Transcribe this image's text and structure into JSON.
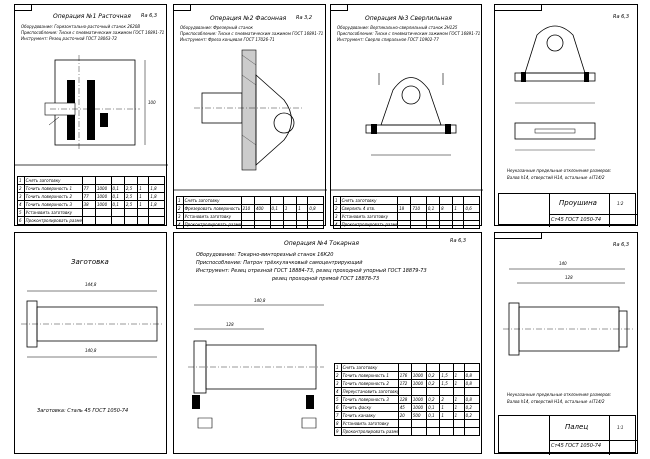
{
  "sheet1": {
    "title": "Операция №1 Расточная",
    "rough": "Ra 6,3",
    "eq1": "Оборудование: Горизонтально-расточный станок 2620В",
    "eq2": "Приспособление: Тиски с пневматическим зажимом ГОСТ 16891-71",
    "eq3": "Инструмент: Резец расточной ГОСТ 18063-72",
    "dim_right": "100",
    "rows": [
      [
        "1",
        "Снять заготовку",
        "",
        "",
        "",
        "",
        "",
        ""
      ],
      [
        "2",
        "Точить поверхность 1",
        "77",
        "1000",
        "0,1",
        "2,5",
        "1",
        "1,8"
      ],
      [
        "3",
        "Точить поверхность 2",
        "77",
        "1000",
        "0,1",
        "2,5",
        "1",
        "1,8"
      ],
      [
        "4",
        "Точить поверхность 3",
        "38",
        "1000",
        "0,1",
        "2,5",
        "1",
        "1,8"
      ],
      [
        "5",
        "Установить заготовку",
        "",
        "",
        "",
        "",
        "",
        ""
      ],
      [
        "6",
        "Проконтролировать размеры",
        "",
        "",
        "",
        "",
        "",
        ""
      ]
    ]
  },
  "sheet2": {
    "title": "Операция №2 Фасонная",
    "rough": "Ra 3,2",
    "eq1": "Оборудование: Фрезерный станок",
    "eq2": "Приспособление: Тиски с пневматическим зажимом ГОСТ 16891-71",
    "eq3": "Инструмент: Фреза концевая ГОСТ 17026-71",
    "rows": [
      [
        "1",
        "Снять заготовку",
        "",
        "",
        "",
        "",
        "",
        ""
      ],
      [
        "2",
        "Фрезеровать поверхность",
        "210",
        "400",
        "0,1",
        "1",
        "1",
        "0,8"
      ],
      [
        "3",
        "Установить заготовку",
        "",
        "",
        "",
        "",
        "",
        ""
      ],
      [
        "4",
        "Проконтролировать размеры",
        "",
        "",
        "",
        "",
        "",
        ""
      ]
    ]
  },
  "sheet3": {
    "title": "Операция №3 Сверлильная",
    "eq1": "Оборудование: Вертикально-сверлильный станок 2Н125",
    "eq2": "Приспособление: Тиски с пневматическим зажимом ГОСТ 16891-71",
    "eq3": "Инструмент: Сверло спиральное ГОСТ 10902-77",
    "rows": [
      [
        "1",
        "Снять заготовку",
        "",
        "",
        "",
        "",
        "",
        ""
      ],
      [
        "2",
        "Сверлить 4 отв.",
        "18",
        "710",
        "0,1",
        "8",
        "1",
        "0,6"
      ],
      [
        "3",
        "Установить заготовку",
        "",
        "",
        "",
        "",
        "",
        ""
      ],
      [
        "4",
        "Проконтролировать размеры",
        "",
        "",
        "",
        "",
        "",
        ""
      ]
    ]
  },
  "sheet4": {
    "note1": "Неуказанные предельные отклонения размеров:",
    "note2": "Валов h14, отверстий H14, остальные ±IT14/2",
    "stamp_title": "Проушина",
    "stamp_code": "Ст45 ГОСТ 1050-74",
    "stamp_scale": "1:2",
    "rough": "Ra 6,3"
  },
  "sheet5": {
    "title": "Заготовка",
    "material": "Заготовка: Сталь 45 ГОСТ 1050-74",
    "dim_top": "144,8",
    "dim_bottom": "140,8"
  },
  "sheet6": {
    "title": "Операция №4 Токарная",
    "rough": "Ra 6,3",
    "eq1": "Оборудование: Токарно-винторезный станок 16К20",
    "eq2": "Приспособление: Патрон трёхкулачковый самоцентрирующий",
    "eq3": "Инструмент: Резец отрезной ГОСТ 18884-73, резец проходной упорный ГОСТ 18879-73",
    "eq4": "резец проходной прямой ГОСТ 18878-73",
    "dim_top": "140,8",
    "dim_mid": "128",
    "rows": [
      [
        "1",
        "Снять заготовку",
        "",
        "",
        "",
        "",
        "",
        ""
      ],
      [
        "2",
        "Точить поверхность 1",
        "176",
        "1000",
        "0,2",
        "1,5",
        "1",
        "0,8"
      ],
      [
        "3",
        "Точить поверхность 2",
        "172",
        "1000",
        "0,2",
        "1,5",
        "1",
        "0,8"
      ],
      [
        "4",
        "Переустановить заготовку",
        "",
        "",
        "",
        "",
        "",
        ""
      ],
      [
        "5",
        "Точить поверхность 3",
        "128",
        "1000",
        "0,2",
        "2",
        "1",
        "0,8"
      ],
      [
        "6",
        "Точить фаску",
        "45",
        "1000",
        "0,1",
        "1",
        "1",
        "0,2"
      ],
      [
        "7",
        "Точить канавку",
        "20",
        "500",
        "0,1",
        "1",
        "1",
        "0,2"
      ],
      [
        "8",
        "Установить заготовку",
        "",
        "",
        "",
        "",
        "",
        ""
      ],
      [
        "9",
        "Проконтролировать размеры",
        "",
        "",
        "",
        "",
        "",
        ""
      ]
    ]
  },
  "sheet7": {
    "note1": "Неуказанные предельные отклонения размеров:",
    "note2": "Валов h14, отверстий H14, остальные ±IT14/2",
    "stamp_title": "Палец",
    "stamp_code": "Ст45 ГОСТ 1050-74",
    "stamp_scale": "1:1",
    "dim_top": "140",
    "dim_mid": "128",
    "rough": "Ra 6,3"
  }
}
